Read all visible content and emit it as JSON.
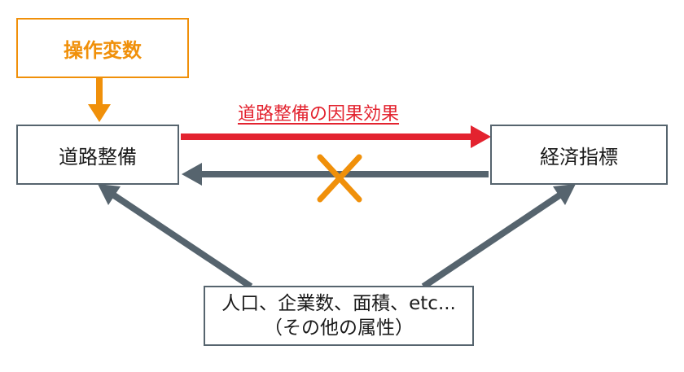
{
  "nodes": {
    "operation_variable": "操作変数",
    "road_development": "道路整備",
    "economic_indicator": "経済指標",
    "attributes_line1": "人口、企業数、面積、etc...",
    "attributes_line2": "（その他の属性）"
  },
  "edges": {
    "causal_effect_label": "道路整備の因果効果"
  },
  "colors": {
    "orange": "#f0900a",
    "red": "#e3232f",
    "gray": "#56646e"
  }
}
